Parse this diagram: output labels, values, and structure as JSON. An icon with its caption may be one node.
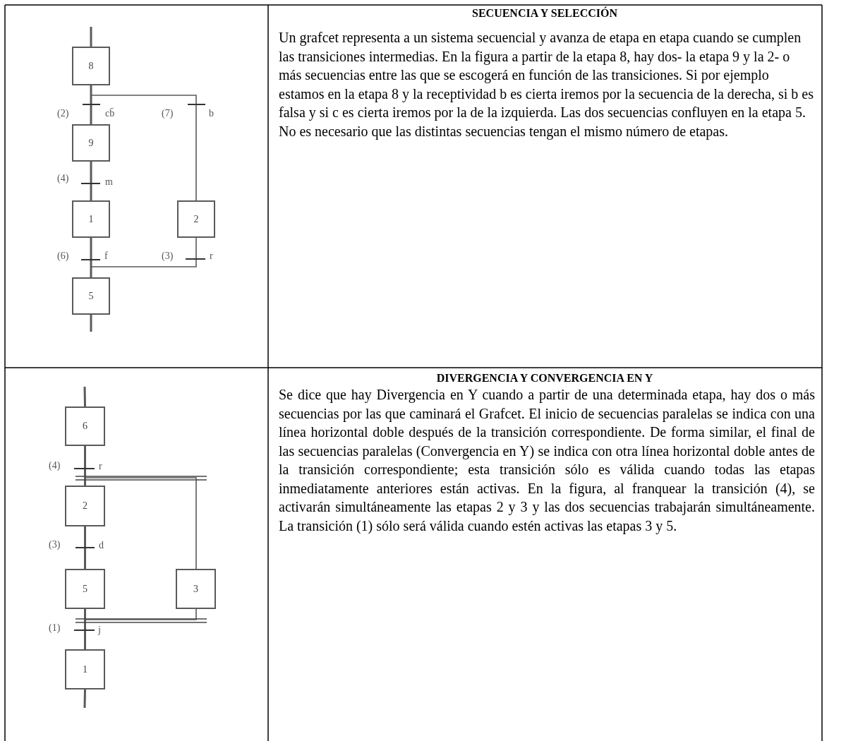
{
  "diagram": {
    "nodes": [
      {
        "text": [
          "8"
        ]
      },
      {
        "text": [
          "9"
        ]
      },
      {
        "text": [
          "1"
        ]
      },
      {
        "text": [
          "2"
        ]
      },
      {
        "text": [
          "5"
        ]
      },
      {
        "text": [
          "6"
        ]
      },
      {
        "text": [
          "2"
        ]
      },
      {
        "text": [
          "5"
        ]
      },
      {
        "text": [
          "3"
        ]
      },
      {
        "text": [
          "1"
        ]
      }
    ],
    "edges": [
      {
        "from": null,
        "to": 0,
        "arrow": "none"
      },
      {
        "from": 0,
        "to": 1,
        "arrow": "none"
      },
      {
        "from": 0,
        "to": 3,
        "arrow": "none"
      },
      {
        "from": 1,
        "to": 2,
        "arrow": "none"
      },
      {
        "from": 2,
        "to": 4,
        "arrow": "none"
      },
      {
        "from": 3,
        "to": 4,
        "arrow": "none"
      },
      {
        "from": 4,
        "to": null,
        "arrow": "none"
      },
      {
        "from": null,
        "to": 5,
        "arrow": "none"
      },
      {
        "from": 5,
        "to": 6,
        "arrow": "none"
      },
      {
        "from": 5,
        "to": 8,
        "arrow": "none"
      },
      {
        "from": 6,
        "to": 7,
        "arrow": "none"
      },
      {
        "from": 7,
        "to": 9,
        "arrow": "none"
      },
      {
        "from": 8,
        "to": 9,
        "arrow": "none"
      },
      {
        "from": 9,
        "to": null,
        "arrow": "none"
      }
    ],
    "labels": [
      "SECUENCIA Y SELECCIÓN",
      "Un grafcet representa a un sistema secuencial y avanza de etapa en etapa cuando se cumplen las transiciones intermedias. En la figura a partir de la etapa 8, hay dos- la etapa 9 y la 2- o más secuencias entre las que se escogerá en función de las transiciones. Si por ejemplo estamos en la etapa 8 y la receptividad b es cierta iremos por la secuencia de la derecha, si b es falsa y si c es cierta iremos por la de la izquierda. Las dos secuencias confluyen en la etapa 5. No es necesario que las distintas secuencias tengan el mismo número de etapas.",
      "(2)",
      "cb̄",
      "(7)",
      "b",
      "(4)",
      "m",
      "(6)",
      "f",
      "(3)",
      "r",
      "DIVERGENCIA Y CONVERGENCIA EN Y",
      "Se dice que hay Divergencia en Y cuando a partir de una determinada etapa, hay dos o más secuencias por las que caminará el Grafcet. El inicio de secuencias paralelas se indica con una línea horizontal doble después de la transición correspondiente. De forma similar, el final de las secuencias paralelas (Convergencia en Y) se indica con otra línea horizontal doble antes de la transición correspondiente; esta transición sólo es válida cuando todas las etapas inmediatamente anteriores están activas. En la figura, al franquear la transición (4), se activarán simultáneamente las etapas 2 y 3 y las dos secuencias trabajarán simultáneamente. La transición (1) sólo será válida cuando estén activas las etapas 3 y 5.",
      "(4)",
      "r",
      "(3)",
      "d",
      "(1)",
      "j"
    ]
  }
}
